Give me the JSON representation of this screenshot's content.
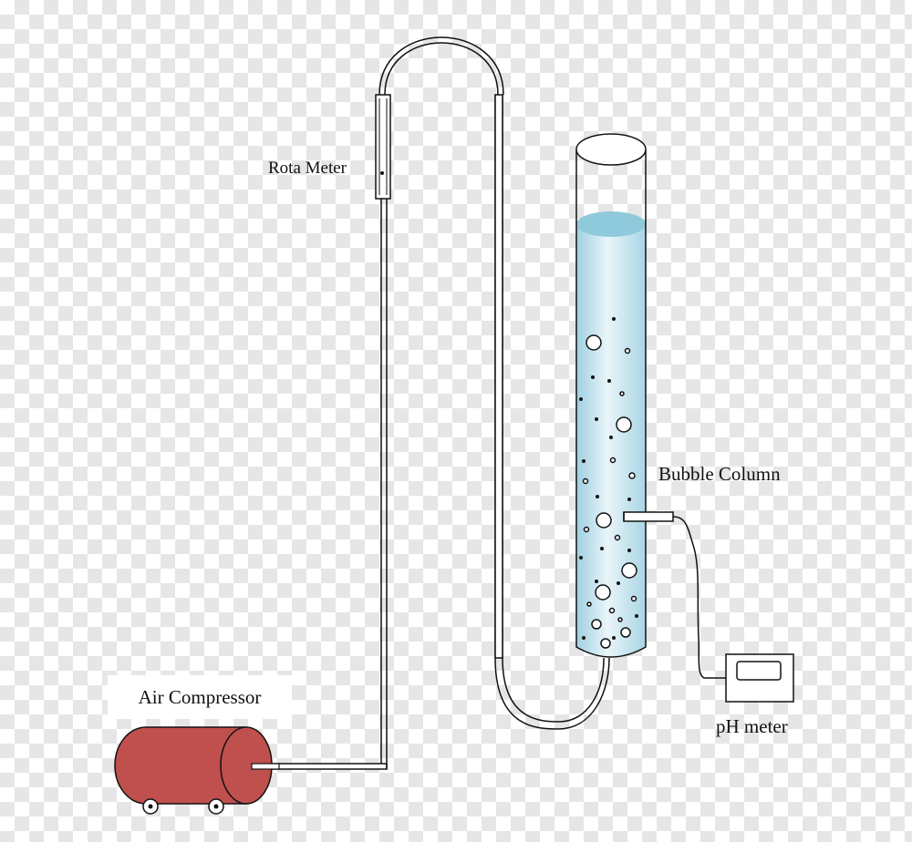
{
  "labels": {
    "air_compressor": "Air Compressor",
    "rota_meter": "Rota Meter",
    "bubble_column": "Bubble Column",
    "ph_meter": "pH meter"
  },
  "colors": {
    "compressor_red": "#c0504d",
    "liquid_light": "#e8f4f8",
    "liquid_dark": "#a9d4e3",
    "liquid_surface": "#8fc9dc",
    "outline": "#111111"
  },
  "icons": {
    "compressor": "air-compressor-tank-icon",
    "rotameter": "rotameter-icon",
    "column": "bubble-column-icon",
    "ph_meter": "ph-meter-icon",
    "probe": "ph-probe-icon"
  }
}
